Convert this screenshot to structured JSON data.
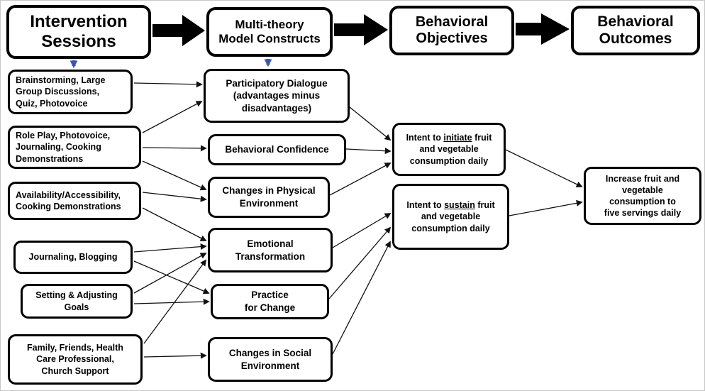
{
  "title": "Multi-theory Model intervention logic diagram",
  "colors": {
    "box_border": "#000000",
    "arrow_black": "#111111",
    "arrow_blue": "#3a57a7",
    "background": "#ffffff"
  },
  "header": {
    "intervention_sessions": "Intervention\nSessions",
    "mtm_constructs": "Multi-theory\nModel Constructs",
    "behavioral_objectives": "Behavioral\nObjectives",
    "behavioral_outcomes": "Behavioral\nOutcomes"
  },
  "sessions": [
    {
      "id": "sessions-1",
      "label": "Brainstorming,  Large\nGroup Discussions,\nQuiz,  Photovoice"
    },
    {
      "id": "sessions-2",
      "label": "Role Play,  Photovoice,\nJournaling,  Cooking\nDemonstrations"
    },
    {
      "id": "sessions-3",
      "label": "Availability/Accessibility,\nCooking Demonstrations"
    },
    {
      "id": "sessions-4",
      "label": "Journaling,  Blogging"
    },
    {
      "id": "sessions-5",
      "label": "Setting & Adjusting\nGoals"
    },
    {
      "id": "sessions-6",
      "label": "Family, Friends, Health\nCare Professional,\nChurch Support"
    }
  ],
  "constructs": [
    {
      "id": "construct-1",
      "label": "Participatory Dialogue\n(advantages minus\ndisadvantages)"
    },
    {
      "id": "construct-2",
      "label": "Behavioral Confidence"
    },
    {
      "id": "construct-3",
      "label": "Changes in Physical\nEnvironment"
    },
    {
      "id": "construct-4",
      "label": "Emotional\nTransformation"
    },
    {
      "id": "construct-5",
      "label": "Practice\nfor Change"
    },
    {
      "id": "construct-6",
      "label": "Changes in Social\nEnvironment"
    }
  ],
  "objectives": [
    {
      "id": "objective-initiate",
      "prefix": "Intent to ",
      "underlined": "initiate",
      "suffix": " fruit and vegetable consumption daily"
    },
    {
      "id": "objective-sustain",
      "prefix": "Intent to ",
      "underlined": "sustain",
      "suffix": " fruit and vegetable consumption daily"
    }
  ],
  "outcome": {
    "id": "outcome-1",
    "label": "Increase fruit and\nvegetable\nconsumption to\nfive servings daily"
  },
  "edges": [
    {
      "from": "sessions-1",
      "to": "construct-1"
    },
    {
      "from": "sessions-2",
      "to": "construct-1"
    },
    {
      "from": "sessions-2",
      "to": "construct-2"
    },
    {
      "from": "sessions-2",
      "to": "construct-3"
    },
    {
      "from": "sessions-3",
      "to": "construct-3"
    },
    {
      "from": "sessions-3",
      "to": "construct-4"
    },
    {
      "from": "sessions-4",
      "to": "construct-4"
    },
    {
      "from": "sessions-4",
      "to": "construct-5"
    },
    {
      "from": "sessions-5",
      "to": "construct-4"
    },
    {
      "from": "sessions-5",
      "to": "construct-5"
    },
    {
      "from": "sessions-6",
      "to": "construct-4"
    },
    {
      "from": "sessions-6",
      "to": "construct-6"
    },
    {
      "from": "construct-1",
      "to": "objective-initiate"
    },
    {
      "from": "construct-2",
      "to": "objective-initiate"
    },
    {
      "from": "construct-3",
      "to": "objective-initiate"
    },
    {
      "from": "construct-4",
      "to": "objective-sustain"
    },
    {
      "from": "construct-5",
      "to": "objective-sustain"
    },
    {
      "from": "construct-6",
      "to": "objective-sustain"
    },
    {
      "from": "objective-initiate",
      "to": "outcome-1"
    },
    {
      "from": "objective-sustain",
      "to": "outcome-1"
    },
    {
      "from": "header-intervention-sessions",
      "to": "sessions-column",
      "style": "blue"
    },
    {
      "from": "header-mtm-constructs",
      "to": "constructs-column",
      "style": "blue"
    }
  ]
}
